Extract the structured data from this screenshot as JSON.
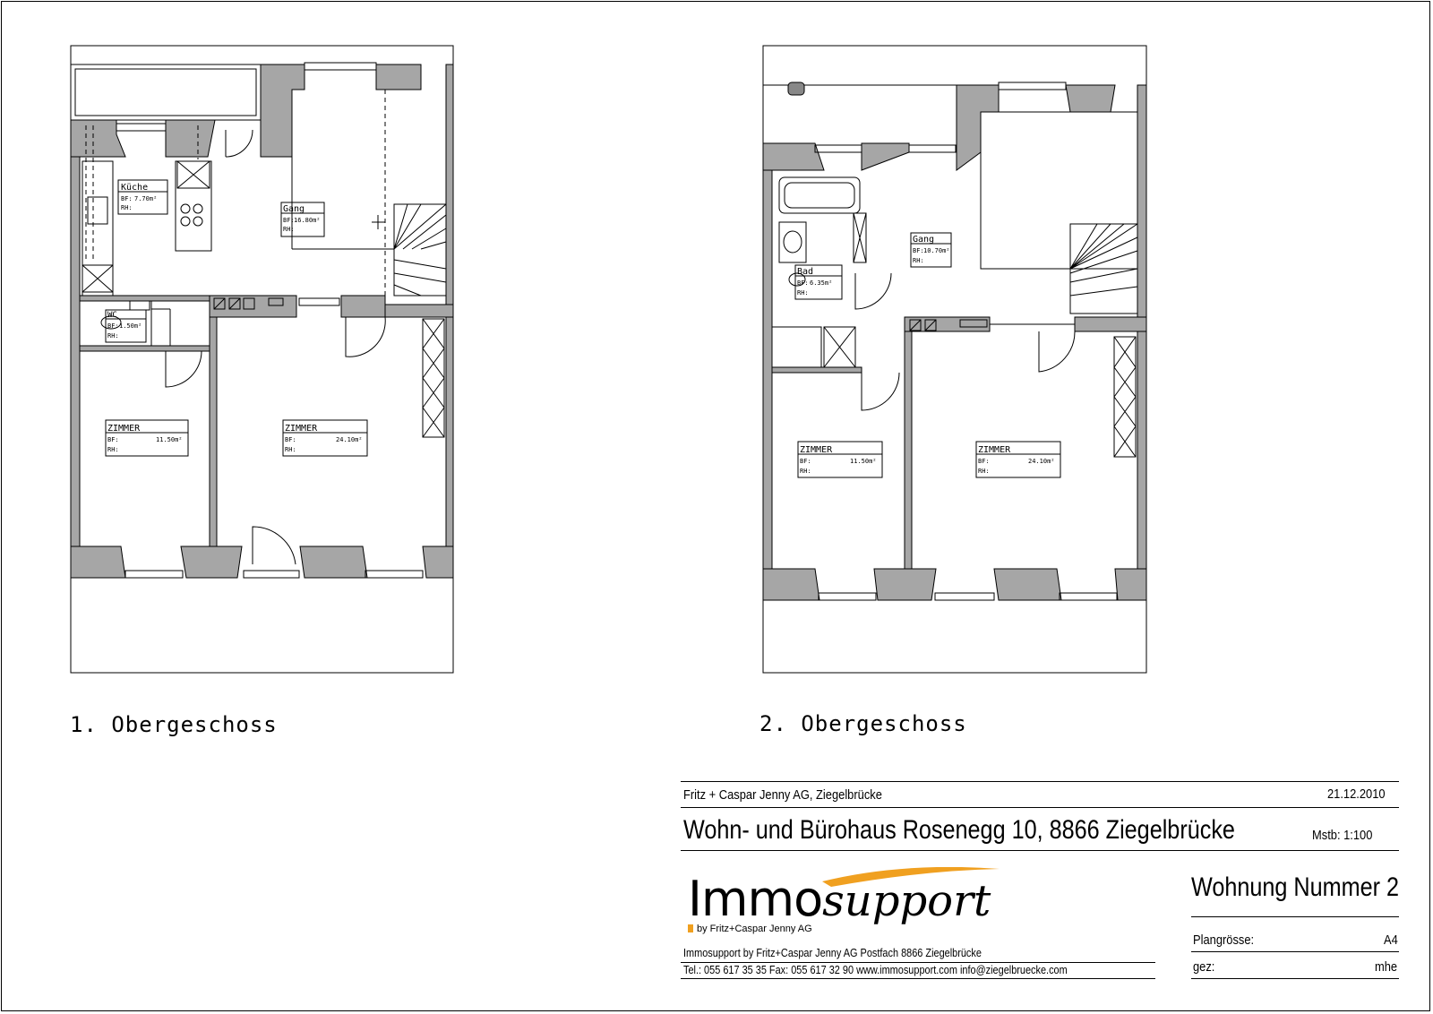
{
  "floors": [
    {
      "caption": "1. Obergeschoss",
      "rooms": [
        {
          "name": "Küche",
          "bf_label": "BF:",
          "area": "7.70m²",
          "rh_label": "RH:"
        },
        {
          "name": "Gang",
          "bf_label": "BF:",
          "area": "16.80m²",
          "rh_label": "RH:"
        },
        {
          "name": "WC",
          "bf_label": "BF:",
          "area": "1.50m²",
          "rh_label": "RH:"
        },
        {
          "name": "ZIMMER",
          "bf_label": "BF:",
          "area": "11.50m²",
          "rh_label": "RH:"
        },
        {
          "name": "ZIMMER",
          "bf_label": "BF:",
          "area": "24.10m²",
          "rh_label": "RH:"
        }
      ]
    },
    {
      "caption": "2. Obergeschoss",
      "rooms": [
        {
          "name": "Gang",
          "bf_label": "BF:",
          "area": "10.70m²",
          "rh_label": "RH:"
        },
        {
          "name": "Bad",
          "bf_label": "BF:",
          "area": "6.35m²",
          "rh_label": "RH:"
        },
        {
          "name": "ZIMMER",
          "bf_label": "BF:",
          "area": "11.50m²",
          "rh_label": "RH:"
        },
        {
          "name": "ZIMMER",
          "bf_label": "BF:",
          "area": "24.10m²",
          "rh_label": "RH:"
        }
      ]
    }
  ],
  "title_block": {
    "owner": "Fritz + Caspar Jenny AG, Ziegelbrücke",
    "date": "21.12.2010",
    "project": "Wohn- und Bürohaus Rosenegg 10, 8866 Ziegelbrücke",
    "scale": "Mstb: 1:100",
    "logo_main": "Immo",
    "logo_italic": "support",
    "logo_sub": "by Fritz+Caspar Jenny AG",
    "address": "Immosupport by Fritz+Caspar Jenny AG   Postfach   8866 Ziegelbrücke",
    "contact": "Tel.: 055 617 35 35   Fax: 055 617 32 90   www.immosupport.com   info@ziegelbruecke.com",
    "unit": "Wohnung Nummer 2",
    "plan_size_label": "Plangrösse:",
    "plan_size_value": "A4",
    "drawn_label": "gez:",
    "drawn_value": "mhe"
  },
  "colors": {
    "wall": "#a6a6a6",
    "line": "#000000",
    "logo_accent": "#f0a020"
  }
}
